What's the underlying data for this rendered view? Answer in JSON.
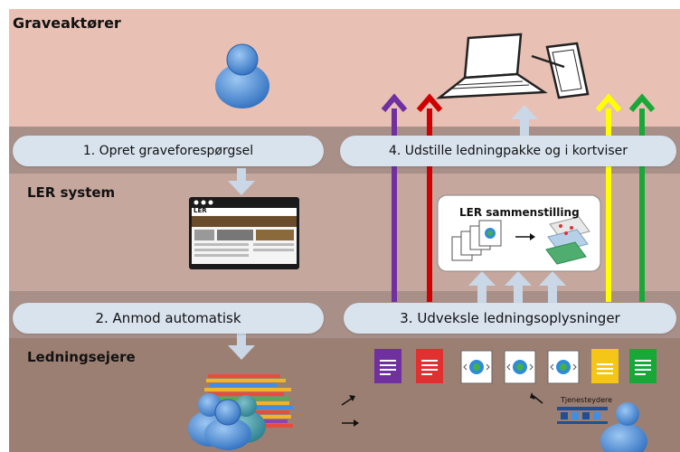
{
  "bands": {
    "top_title": "Graveaktører",
    "middle_title": "LER system",
    "bottom_title": "Ledningsejere"
  },
  "steps": {
    "step1": "1. Opret graveforespørgsel",
    "step2": "2. Anmod automatisk",
    "step3": "3. Udveksle ledningsoplysninger",
    "step4": "4. Udstille ledningpakke og i kortviser"
  },
  "ler_box": {
    "title": "LER sammenstilling"
  },
  "screenshot": {
    "logo": "LER"
  },
  "service_provider": {
    "label": "Tjenesteydere"
  },
  "colors": {
    "top_band": "#e8c0b4",
    "middle_band": "#c5a79d",
    "bottom_band": "#9c7f73",
    "separator": "#a89089",
    "pill": "#d9e3ee",
    "arrow_light": "#c9d7e6",
    "arrow_purple": "#7030a0",
    "arrow_red": "#d00000",
    "arrow_yellow": "#ffff00",
    "arrow_green": "#17a838",
    "person": "#4f8fd8"
  },
  "icons": {
    "person_single": "person-icon",
    "person_group": "people-group-icon",
    "laptop": "laptop-icon",
    "tablet": "tablet-icon",
    "documents": [
      "purple-doc-icon",
      "red-doc-icon",
      "gml-doc-icon",
      "gml-doc-icon",
      "gml-doc-icon",
      "yellow-doc-icon",
      "green-doc-icon"
    ]
  }
}
